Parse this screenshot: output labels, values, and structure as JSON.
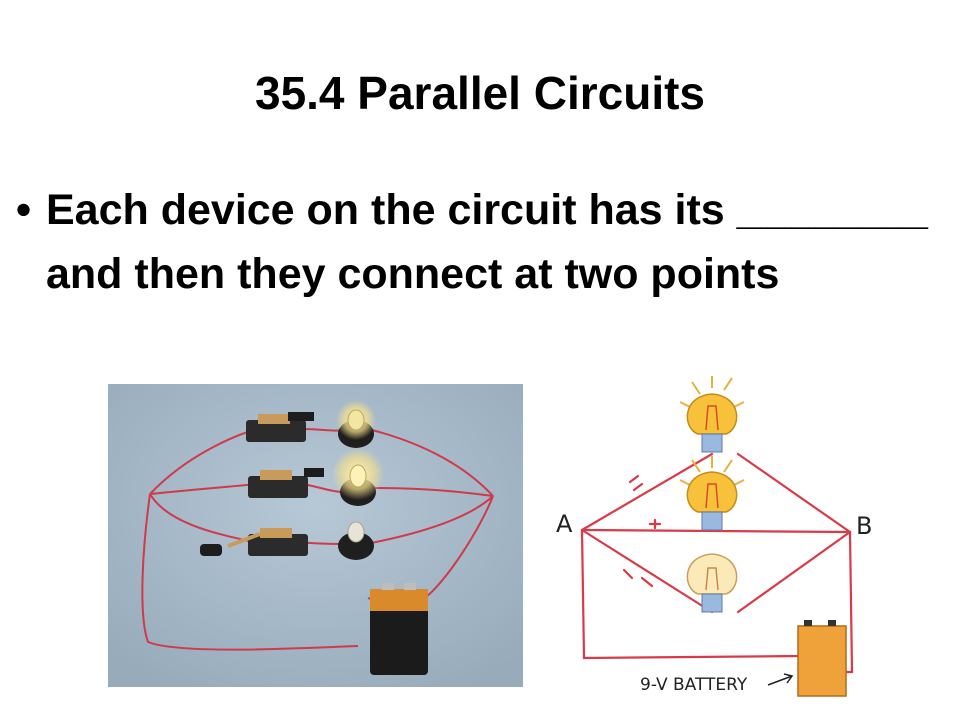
{
  "slide": {
    "title": "35.4 Parallel Circuits",
    "bullets": [
      {
        "marker": "•",
        "text": "Each device on the circuit has its ________ and then they connect at two points"
      }
    ]
  },
  "diagram": {
    "label_a": "A",
    "label_b": "B",
    "battery_label": "9-V BATTERY"
  },
  "colors": {
    "wire": "#d93a48",
    "photo_background": "#a9bccb",
    "bulb_glow": "#f7c23a",
    "battery": "#f0a23a"
  }
}
